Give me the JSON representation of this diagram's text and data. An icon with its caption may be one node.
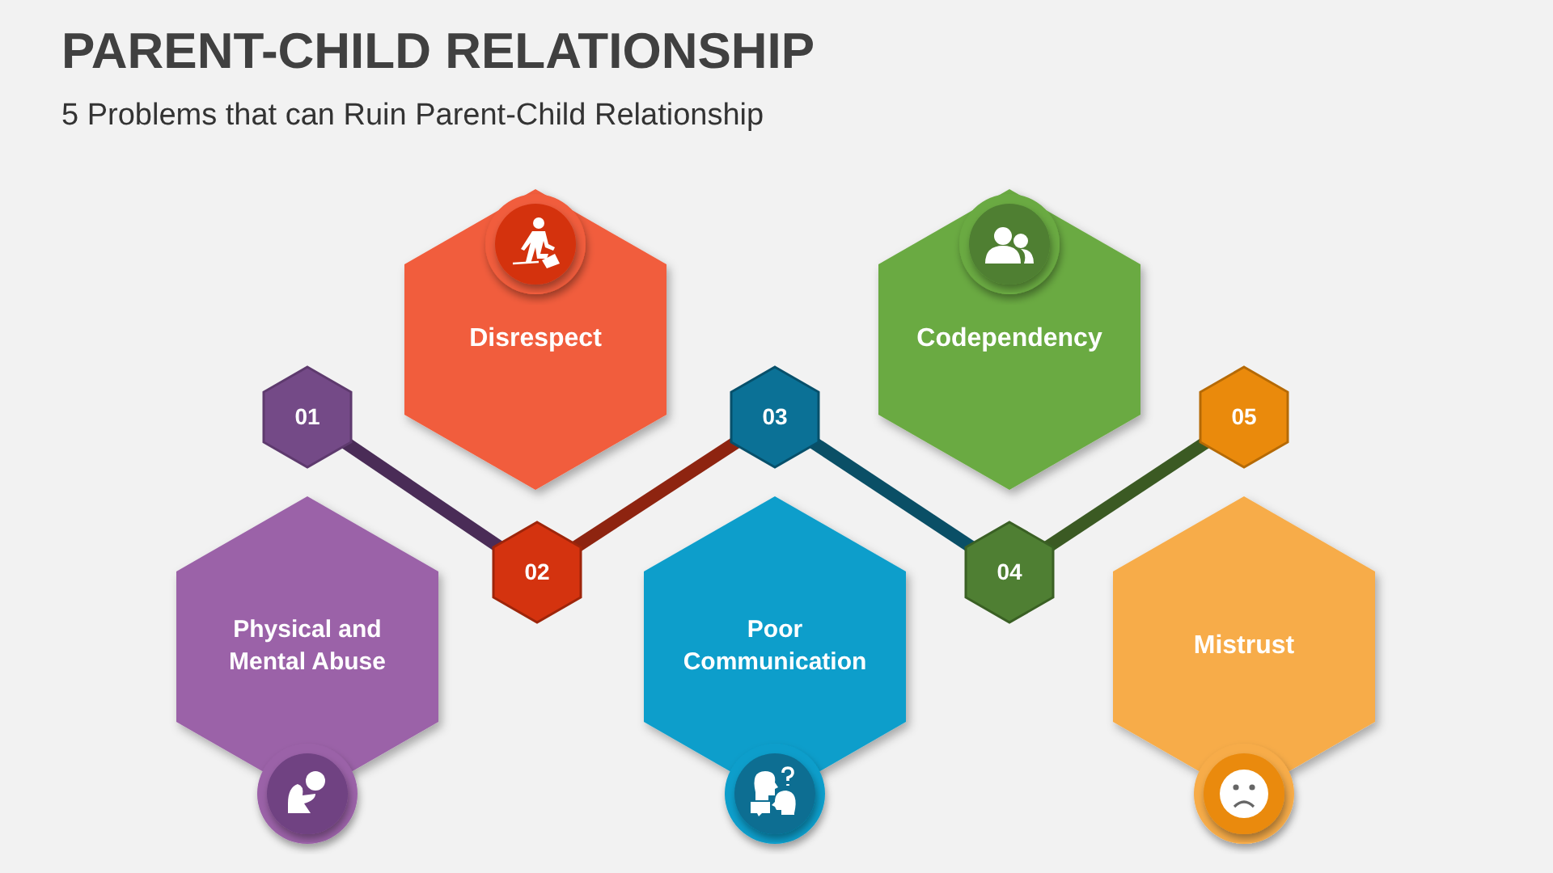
{
  "diagram": {
    "title": "PARENT-CHILD RELATIONSHIP",
    "nodes": [
      {
        "text": [
          "01"
        ]
      },
      {
        "text": [
          "02"
        ]
      },
      {
        "text": [
          "03"
        ]
      },
      {
        "text": [
          "04"
        ]
      },
      {
        "text": [
          "05"
        ]
      },
      {
        "text": [
          "Disrespect"
        ]
      },
      {
        "text": [
          "Codependency"
        ]
      },
      {
        "text": [
          "Physical and Mental Abuse"
        ]
      },
      {
        "text": [
          "Poor Communication"
        ]
      },
      {
        "text": [
          "Mistrust"
        ]
      }
    ],
    "edges": [
      {
        "from": 0,
        "to": 1,
        "arrow": "none",
        "color": "#4a2c57"
      },
      {
        "from": 1,
        "to": 2,
        "arrow": "none",
        "color": "#8e2410"
      },
      {
        "from": 2,
        "to": 3,
        "arrow": "none",
        "color": "#0a4f66"
      },
      {
        "from": 3,
        "to": 4,
        "arrow": "none",
        "color": "#3b5a23"
      }
    ],
    "labels": [
      "5 Problems that can Ruin Parent-Child Relationship"
    ]
  }
}
